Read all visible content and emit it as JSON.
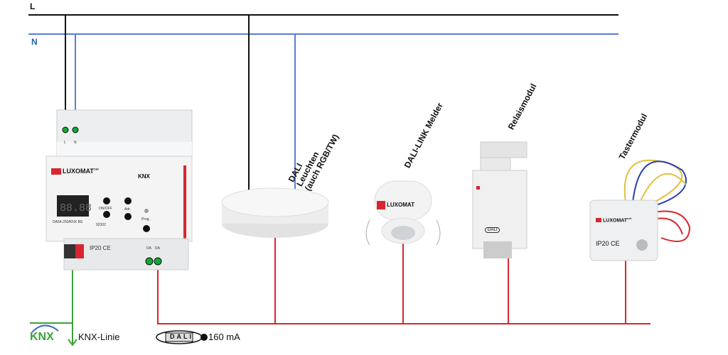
{
  "lines": {
    "l_label": "L",
    "n_label": "N",
    "colors": {
      "L": "#111111",
      "N": "#5a7fd0",
      "DALI": "#d8262e",
      "KNX": "#3aa23a"
    }
  },
  "gateway": {
    "brand": "LUXOMAT",
    "brand_suffix": "net",
    "knx_logo": "KNX",
    "terminal_l": "L",
    "terminal_n": "N",
    "btn_onoff": "ON/OFF",
    "btn_adr": "Adr.",
    "btn_prog": "Prog.",
    "model": "DA64-250/KNX BS",
    "code": "92302",
    "ip": "IP20 CE",
    "da1": "DA",
    "da2": "DA"
  },
  "labels": {
    "leuchten": [
      "DALI",
      "Leuchten",
      "(auch RGB/TW)"
    ],
    "melder": "DALI-LINK Melder",
    "relais": "Relaismodul",
    "taster": "Tastermodul"
  },
  "sensor": {
    "brand": "LUXOMAT"
  },
  "relay": {
    "dali_badge": "DALI"
  },
  "taster": {
    "brand": "LUXOMAT",
    "brand_suffix": "net",
    "ip": "IP20 CE"
  },
  "legend": {
    "knx_logo": "KNX",
    "knx_text": "KNX-Linie",
    "dali_logo": "DALI",
    "dali_text": "160 mA"
  }
}
